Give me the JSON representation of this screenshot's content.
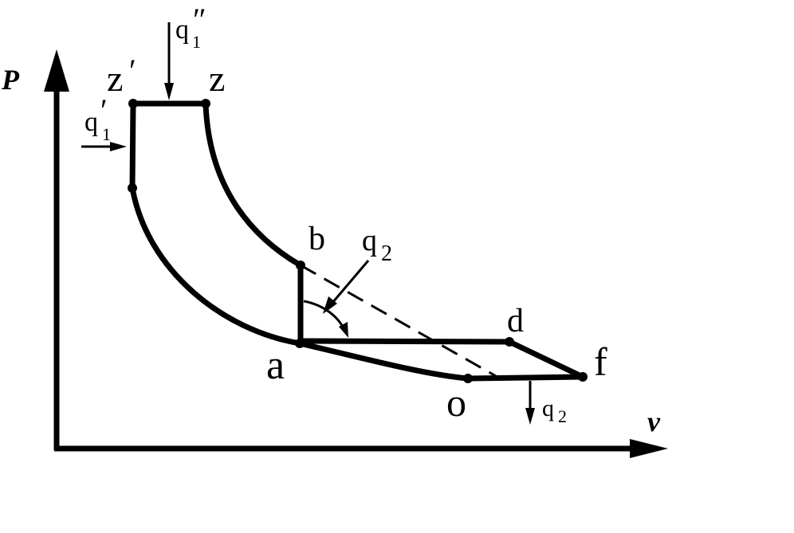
{
  "axes": {
    "y_label": "P",
    "x_label": "v"
  },
  "points": {
    "z_prime": "z",
    "z": "z",
    "b": "b",
    "d": "d",
    "f": "f",
    "a": "a",
    "o": "o"
  },
  "marks": {
    "prime": "′",
    "double_prime": "″"
  },
  "heat": {
    "q1_base": "q",
    "q1_sub": "1",
    "q2_base": "q",
    "q2_sub": "2"
  },
  "colors": {
    "stroke": "#000000",
    "background": "#ffffff"
  }
}
